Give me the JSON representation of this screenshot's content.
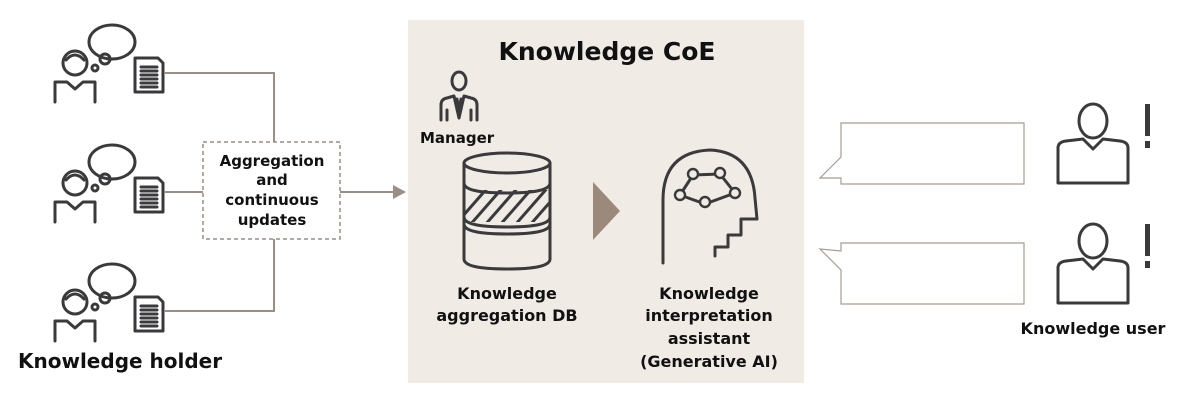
{
  "colors": {
    "coe_background": "#f0ebe5",
    "connector": "#9b8e84",
    "icon": "#3a3a3c",
    "text": "#111111"
  },
  "knowledge_holder": {
    "label": "Knowledge holder"
  },
  "aggregation_box": {
    "lines": [
      "Aggregation",
      "and",
      "continuous",
      "updates"
    ]
  },
  "coe": {
    "title": "Knowledge CoE",
    "manager_label": "Manager",
    "db_label": [
      "Knowledge",
      "aggregation DB"
    ],
    "assistant_label": [
      "Knowledge",
      "interpretation",
      "assistant",
      "(Generative AI)"
    ]
  },
  "knowledge_user": {
    "label": "Knowledge user",
    "alert": "!"
  }
}
